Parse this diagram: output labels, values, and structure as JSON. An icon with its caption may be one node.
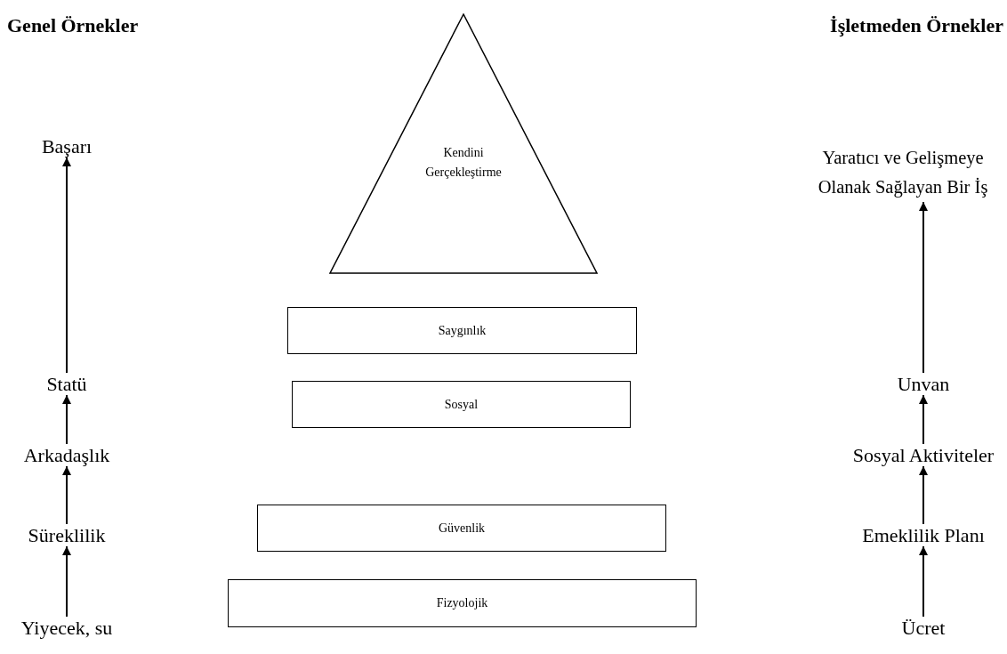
{
  "diagram": {
    "nodes": [
      {
        "text": [
          "Başarı"
        ]
      },
      {
        "text": [
          "Kendini Gerçekleştirme"
        ]
      },
      {
        "text": [
          "Yaratıcı ve Gelişmeye Olanak Sağlayan Bir İş"
        ]
      },
      {
        "text": [
          "Statü"
        ]
      },
      {
        "text": [
          "Saygınlık"
        ]
      },
      {
        "text": [
          "Unvan"
        ]
      },
      {
        "text": [
          "Arkadaşlık"
        ]
      },
      {
        "text": [
          "Sosyal"
        ]
      },
      {
        "text": [
          "Sosyal Aktiviteler"
        ]
      },
      {
        "text": [
          "Süreklilik"
        ]
      },
      {
        "text": [
          "Güvenlik"
        ]
      },
      {
        "text": [
          "Emeklilik Planı"
        ]
      },
      {
        "text": [
          "Yiyecek, su"
        ]
      },
      {
        "text": [
          "Fizyolojik"
        ]
      },
      {
        "text": [
          "Ücret"
        ]
      }
    ],
    "edges": [
      {
        "from": 12,
        "to": 9,
        "arrow": "to"
      },
      {
        "from": 9,
        "to": 6,
        "arrow": "to"
      },
      {
        "from": 6,
        "to": 3,
        "arrow": "to"
      },
      {
        "from": 3,
        "to": 0,
        "arrow": "to"
      },
      {
        "from": 14,
        "to": 11,
        "arrow": "to"
      },
      {
        "from": 11,
        "to": 8,
        "arrow": "to"
      },
      {
        "from": 8,
        "to": 5,
        "arrow": "to"
      },
      {
        "from": 5,
        "to": 2,
        "arrow": "to"
      }
    ],
    "labels": [
      "Genel Örnekler",
      "İşletmeden Örnekler"
    ]
  }
}
